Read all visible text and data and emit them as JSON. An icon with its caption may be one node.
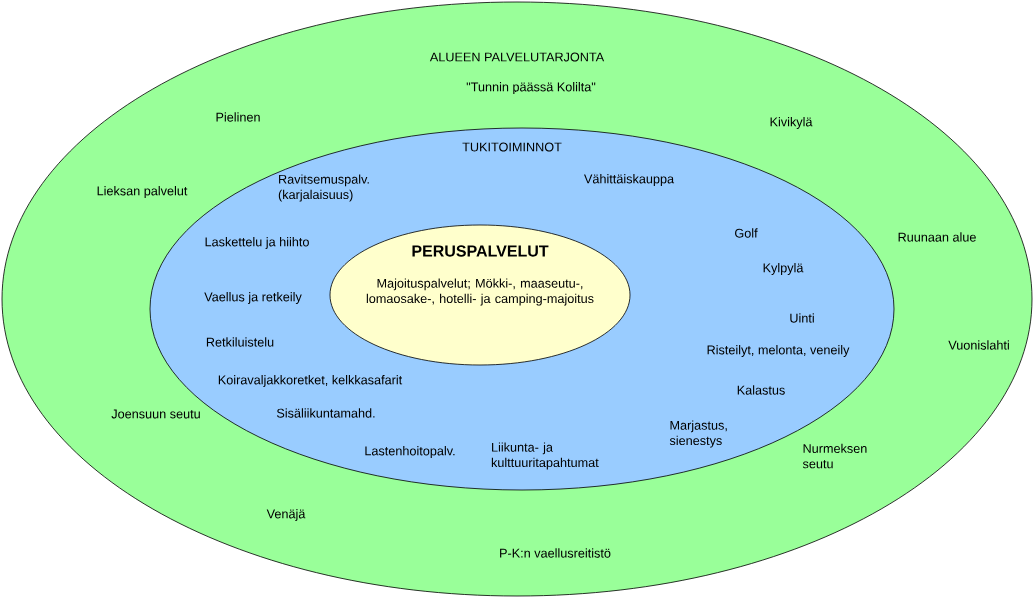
{
  "diagram": {
    "nodes": [
      {
        "text": [
          "ALUEEN PALVELUTARJONTA",
          "\"Tunnin päässä Kolilta\""
        ]
      },
      {
        "text": [
          "TUKITOIMINNOT"
        ],
        "in": 0
      },
      {
        "text": [
          "PERUSPALVELUT",
          "Majoituspalvelut; Mökki-, maaseutu-, lomaosake-, hotelli- ja camping-majoitus"
        ],
        "in": 1
      }
    ],
    "labels": [
      "Pielinen",
      "Kivikylä",
      "Lieksan palvelut",
      "Ruunaan alue",
      "Vuonislahti",
      "Joensuun seutu",
      "Nurmeksen seutu",
      "Venäjä",
      "P-K:n vaellusreitistö",
      "Ravitsemuspalv. (karjalaisuus)",
      "Vähittäiskauppa",
      "Laskettelu ja hiihto",
      "Golf",
      "Kylpylä",
      "Vaellus ja retkeily",
      "Uinti",
      "Retkiluistelu",
      "Risteilyt, melonta, veneily",
      "Koiravaljakkoretket, kelkkasafarit",
      "Kalastus",
      "Sisäliikuntamahd.",
      "Marjastus, sienestys",
      "Lastenhoitopalv.",
      "Liikunta- ja kulttuuritapahtumat"
    ]
  }
}
